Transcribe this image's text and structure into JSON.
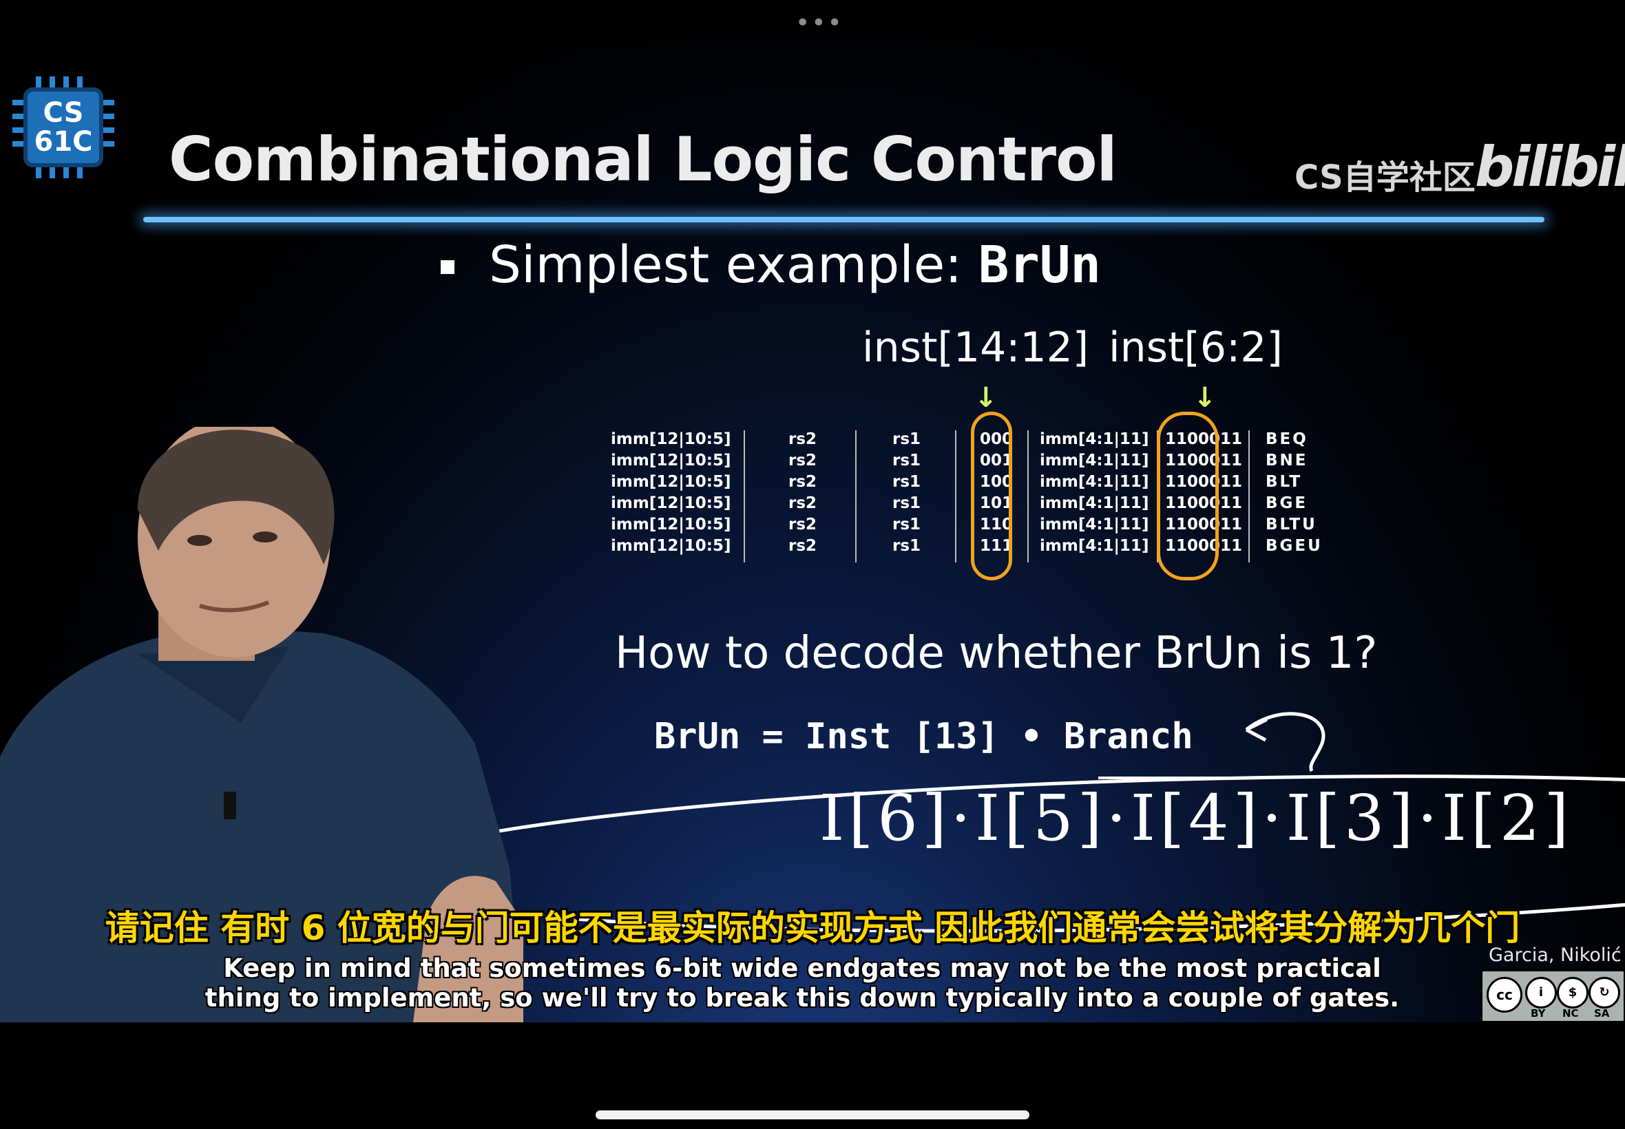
{
  "status_bar": {
    "dots": "•••"
  },
  "logo": {
    "line1": "CS",
    "line2": "61C"
  },
  "slide": {
    "title": "Combinational Logic Control",
    "bullet": {
      "prefix": "Simplest example: ",
      "code": "BrUn"
    },
    "field_labels": {
      "funct3": "inst[14:12]",
      "opcode": "inst[6:2]"
    },
    "table": {
      "rows": [
        {
          "imm_hi": "imm[12|10:5]",
          "rs2": "rs2",
          "rs1": "rs1",
          "funct3": "000",
          "imm_lo": "imm[4:1|11]",
          "opcode": "1100011",
          "name": "BEQ"
        },
        {
          "imm_hi": "imm[12|10:5]",
          "rs2": "rs2",
          "rs1": "rs1",
          "funct3": "001",
          "imm_lo": "imm[4:1|11]",
          "opcode": "1100011",
          "name": "BNE"
        },
        {
          "imm_hi": "imm[12|10:5]",
          "rs2": "rs2",
          "rs1": "rs1",
          "funct3": "100",
          "imm_lo": "imm[4:1|11]",
          "opcode": "1100011",
          "name": "BLT"
        },
        {
          "imm_hi": "imm[12|10:5]",
          "rs2": "rs2",
          "rs1": "rs1",
          "funct3": "101",
          "imm_lo": "imm[4:1|11]",
          "opcode": "1100011",
          "name": "BGE"
        },
        {
          "imm_hi": "imm[12|10:5]",
          "rs2": "rs2",
          "rs1": "rs1",
          "funct3": "110",
          "imm_lo": "imm[4:1|11]",
          "opcode": "1100011",
          "name": "BLTU"
        },
        {
          "imm_hi": "imm[12|10:5]",
          "rs2": "rs2",
          "rs1": "rs1",
          "funct3": "111",
          "imm_lo": "imm[4:1|11]",
          "opcode": "1100011",
          "name": "BGEU"
        }
      ]
    },
    "question": "How to decode whether BrUn is 1?",
    "equation": "BrUn = Inst [13] • Branch",
    "handwritten": "I[6]·I[5]·I[4]·I[3]·I[2]"
  },
  "watermark": {
    "channel": "CS自学社区",
    "platform": "bilibili"
  },
  "subtitles": {
    "chinese": "请记住 有时 6 位宽的与门可能不是最实际的实现方式 因此我们通常会尝试将其分解为几个门",
    "english_line1": "Keep in mind that sometimes 6-bit wide endgates may not be the most practical",
    "english_line2": "thing to implement, so we'll try to break this down typically into a couple of gates."
  },
  "credit": {
    "authors": "Garcia, Nikolić",
    "license_icons": [
      "cc-icon",
      "by-icon",
      "nc-icon",
      "sa-icon"
    ],
    "license_labels": [
      "BY",
      "NC",
      "SA"
    ]
  },
  "colors": {
    "highlight_oval": "#f2a21c",
    "arrow": "#d6f26a",
    "title_rule": "#6fc1ff",
    "subtitle_cn": "#ffd700"
  }
}
